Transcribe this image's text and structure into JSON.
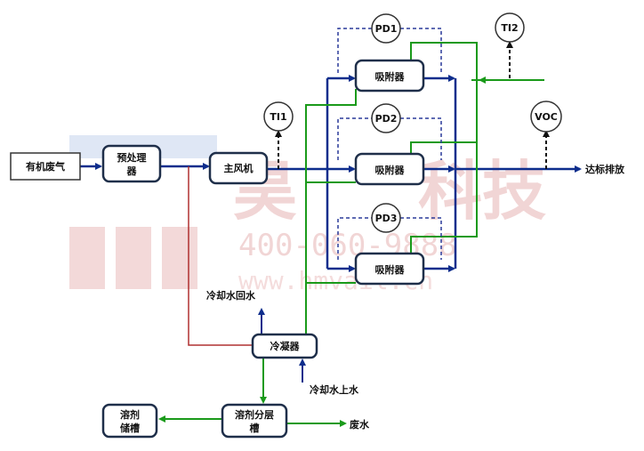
{
  "watermark": {
    "name": "昊",
    "name2": "科技",
    "phone": "400-060-9888",
    "site": "www.hmvail.cn"
  },
  "nodes": {
    "organic_gas": "有机废气",
    "pretreat_1": "预处理",
    "pretreat_2": "器",
    "main_fan": "主风机",
    "adsorber_1": "吸附器",
    "adsorber_2": "吸附器",
    "adsorber_3": "吸附器",
    "condenser": "冷凝器",
    "separator_1": "溶剂分层",
    "separator_2": "槽",
    "storage_1": "溶剂",
    "storage_2": "储槽"
  },
  "instruments": {
    "pd1": "PD1",
    "pd2": "PD2",
    "pd3": "PD3",
    "ti1": "TI1",
    "ti2": "TI2",
    "voc": "VOC"
  },
  "labels": {
    "emission": "达标排放",
    "cooling_return": "冷却水回水",
    "cooling_supply": "冷却水上水",
    "waste_water": "废水"
  },
  "colors": {
    "gas_line": "#0d2d8c",
    "steam_line": "#1a9a1a",
    "recycle_line": "#b03030",
    "dashed": "#2a3a9a"
  }
}
